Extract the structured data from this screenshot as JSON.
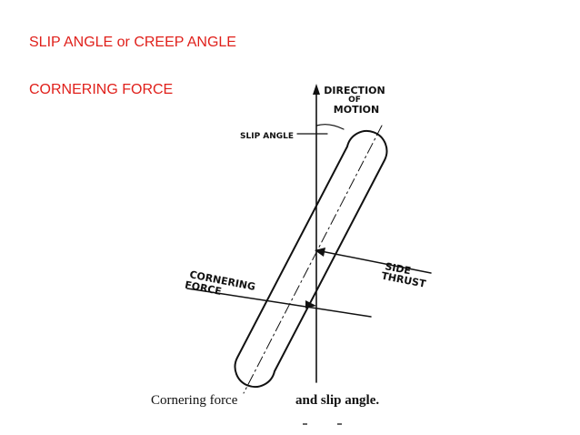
{
  "slide": {
    "headings": [
      "SLIP ANGLE or CREEP ANGLE",
      "CORNERING FORCE"
    ],
    "heading_color": "#e0201b"
  },
  "diagram": {
    "labels": {
      "direction_line1": "DIRECTION",
      "direction_line2": "OF",
      "direction_line3": "MOTION",
      "slip_angle": "SLIP ANGLE",
      "side_thrust_line1": "SIDE",
      "side_thrust_line2": "THRUST",
      "cornering_line1": "CORNERING",
      "cornering_line2": "FORCE"
    },
    "caption": {
      "part1": "Cornering force",
      "part2": "and slip angle."
    },
    "ink_color": "#111111"
  }
}
